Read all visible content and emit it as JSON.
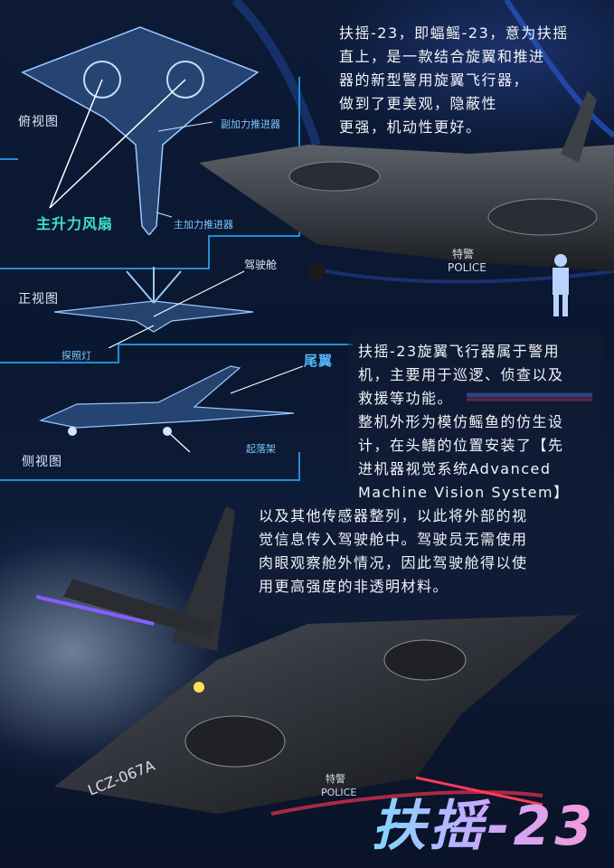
{
  "views": {
    "top": "俯视图",
    "front": "正视图",
    "side": "侧视图"
  },
  "callouts": {
    "aux_thruster": "副加力推进器",
    "main_fan": "主升力风扇",
    "main_thruster": "主加力推进器",
    "cockpit": "驾驶舱",
    "searchlight": "探照灯",
    "tail": "尾翼",
    "landing_gear": "起落架"
  },
  "intro_lines": [
    "扶摇-23，即蝠鳐-23，意为扶摇",
    "直上，是一款结合旋翼和推进",
    "器的新型警用旋翼飞行器，",
    "做到了更美观，隐蔽性",
    "更强，机动性更好。"
  ],
  "body_lines_a": [
    "扶摇-23旋翼飞行器属于警用",
    "机，主要用于巡逻、侦查以及",
    "救援等功能。",
    "整机外形为模仿鳐鱼的仿生设",
    "计，在头鳍的位置安装了【先",
    "进机器视觉系统Advanced",
    "Machine Vision System】"
  ],
  "body_lines_b": [
    "以及其他传感器整列，以此将外部的视",
    "觉信息传入驾驶舱中。驾驶员无需使用",
    "肉眼观察舱外情况，因此驾驶舱得以使",
    "用更高强度的非透明材料。"
  ],
  "markings": {
    "police_cn": "特警",
    "police_en": "POLICE",
    "registration": "LCZ-067A"
  },
  "title": "扶摇-23"
}
